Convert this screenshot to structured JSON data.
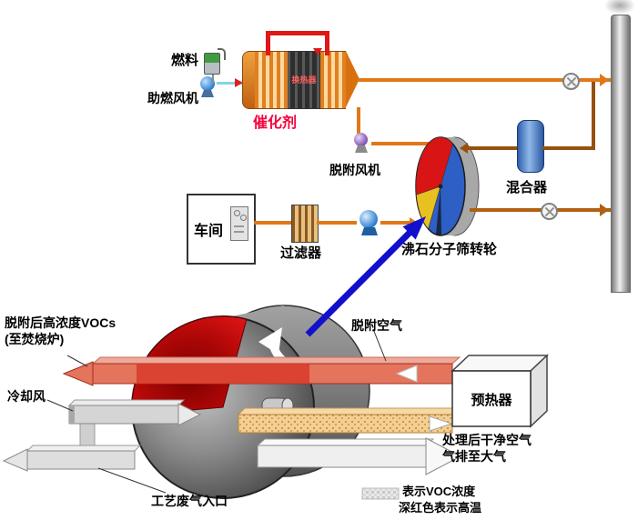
{
  "colors": {
    "pipe_hot": "#e07818",
    "pipe_return": "#96510e",
    "loop_red": "#e01818",
    "voc_zone_red": "#d83a2a",
    "pointer_blue": "#1111cc"
  },
  "top": {
    "fuel_label": "燃料",
    "combustion_fan_label": "助燃风机",
    "catalyst_label": "催化剂",
    "heat_exchanger_label": "换热器",
    "desorption_fan_label": "脱附风机",
    "workshop_label": "车间",
    "filter_label": "过滤器",
    "wheel_label": "沸石分子筛转轮",
    "mixer_label": "混合器"
  },
  "bottom": {
    "voc_out_line1": "脱附后高浓度VOCs",
    "voc_out_line2": "(至焚烧炉)",
    "cooling_air_label": "冷却风",
    "process_inlet_label": "工艺废气入口",
    "desorption_air_label": "脱附空气",
    "preheater_label": "预热器",
    "clean_air_line1": "处理后干净空气",
    "clean_air_line2": "气排至大气",
    "legend_line1": "表示VOC浓度",
    "legend_line2": "深红色表示高温"
  }
}
